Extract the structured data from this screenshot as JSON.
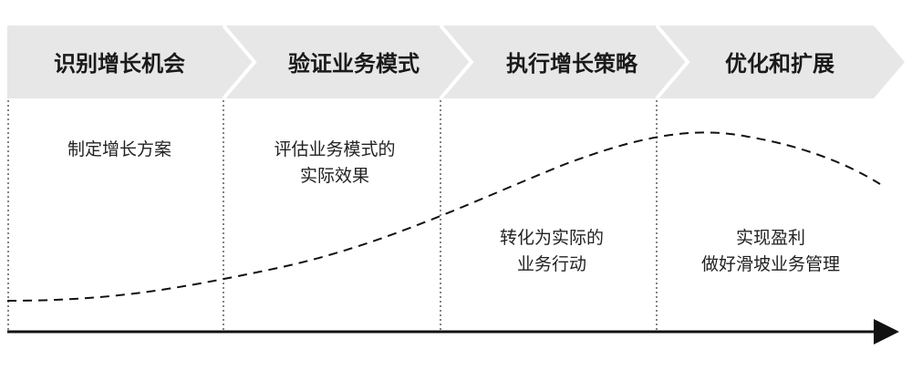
{
  "colors": {
    "chevron_fill": "#e7e7e7",
    "text": "#1a1a1a",
    "line": "#111111"
  },
  "stages": [
    {
      "label": "识别增长机会",
      "description": [
        "制定增长方案"
      ]
    },
    {
      "label": "验证业务模式",
      "description": [
        "评估业务模式的",
        "实际效果"
      ]
    },
    {
      "label": "执行增长策略",
      "description": [
        "转化为实际的",
        "业务行动"
      ]
    },
    {
      "label": "优化和扩展",
      "description": [
        "实现盈利",
        "做好滑坡业务管理"
      ]
    }
  ]
}
